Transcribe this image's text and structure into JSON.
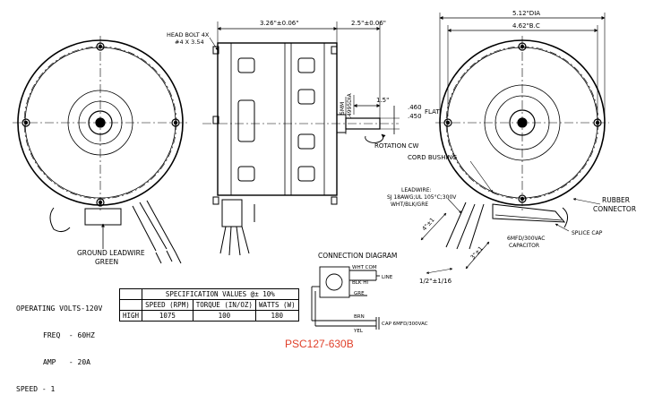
{
  "colors": {
    "line": "#000000",
    "model_number": "#e0402a",
    "background": "#ffffff"
  },
  "dimensions": {
    "front_outer_dia": "5.12\"DIA",
    "front_bolt_circle": "4.62\"B.C",
    "body_length": "3.26\"±0.06\"",
    "shaft_length": "2.5\"±0.06\"",
    "shaft_dia": "5MM\n.4995DIA",
    "shaft_step": "1.5\"",
    "flat_a": ".460",
    "flat_b": ".450",
    "flat_label": "FLAT",
    "lead_a": "4\"±1",
    "lead_b": "3\"±1",
    "lead_c": "1/2\"±1/16"
  },
  "labels": {
    "head_bolt_1": "HEAD BOLT 4X",
    "head_bolt_2": "#4 X 3.54",
    "rotation": "ROTATION CW",
    "cord_bushing": "CORD BUSHING",
    "leadwire_1": "LEADWIRE:",
    "leadwire_2": "SJ 18AWG;UL 105°C;300V",
    "leadwire_3": "WHT/BLK/GRE",
    "rubber_1": "RUBBER",
    "rubber_2": "CONNECTOR",
    "capacitor_1": "6MFD/300VAC",
    "capacitor_2": "CAPACITOR",
    "splice_cap": "SPLICE CAP",
    "ground_1": "GROUND LEADWIRE",
    "ground_2": "GREEN"
  },
  "connection": {
    "title": "CONNECTION   DIAGRAM",
    "wht_com": "WHT COM",
    "line": "LINE",
    "blk_hi": "BLK  HI",
    "gre": "GRE",
    "brn": "BRN",
    "yel": "YEL",
    "cap": "CAP 6MFD/300VAC"
  },
  "operating": {
    "volts": "OPERATING VOLTS-120V",
    "freq": "FREQ  - 60HZ",
    "amp": "AMP   - 20A",
    "speed": "SPEED - 1"
  },
  "spec_table": {
    "title": "SPECIFICATION VALUES  @± 10%",
    "headers": [
      "SPEED (RPM)",
      "TORQUE (IN/OZ)",
      "WATTS  (W)"
    ],
    "row_label": "HIGH",
    "values": [
      "1075",
      "100",
      "180"
    ]
  },
  "model_number": "PSC127-630B"
}
